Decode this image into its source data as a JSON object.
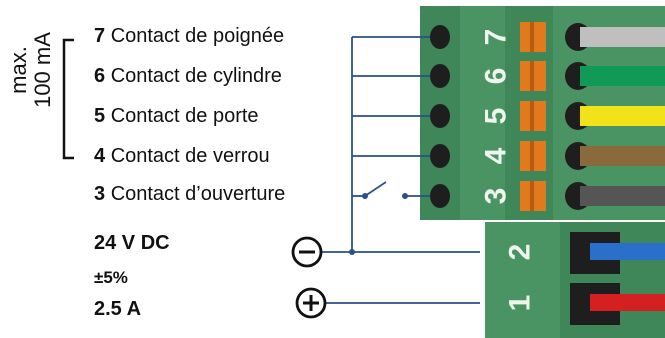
{
  "max_label": {
    "line1": "max.",
    "line2": "100 mA"
  },
  "contacts": [
    {
      "num": "7",
      "label": "Contact de poignée",
      "wire_color": "#bfbfbf"
    },
    {
      "num": "6",
      "label": "Contact de cylindre",
      "wire_color": "#119a55"
    },
    {
      "num": "5",
      "label": "Contact de porte",
      "wire_color": "#f2e21a"
    },
    {
      "num": "4",
      "label": "Contact de verrou",
      "wire_color": "#8a6a3a"
    },
    {
      "num": "3",
      "label": "Contact d’ouverture",
      "wire_color": "#555555"
    }
  ],
  "power": {
    "voltage": "24 V DC",
    "tolerance": "±5%",
    "current": "2.5 A",
    "minus_symbol": "−",
    "plus_symbol": "+",
    "terminals": [
      {
        "num": "2",
        "wire_color": "#2a6fc9"
      },
      {
        "num": "1",
        "wire_color": "#d42020"
      }
    ]
  },
  "colors": {
    "line": "#2a4f8a",
    "terminal_green": "#4a9464",
    "terminal_dark": "#2e6a44",
    "spring_orange": "#e07a1c"
  }
}
